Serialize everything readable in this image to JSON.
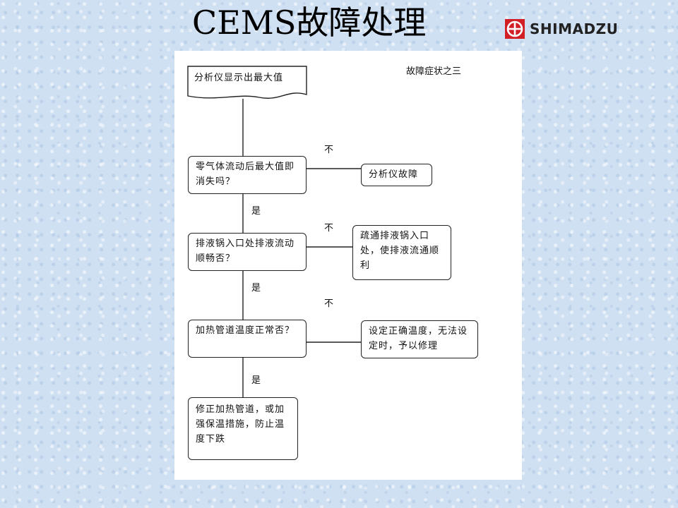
{
  "header": {
    "title": "CEMS故障处理",
    "logo_text": "SHIMADZU"
  },
  "diagram": {
    "corner_label": "故障症状之三",
    "start": "分析仪显示出最大值",
    "q1": "零气体流动后最大值即消失吗？",
    "a1_no": "分析仪故障",
    "q2": "排液锅入口处排液流动顺畅否？",
    "a2_no": "疏通排液锅入口处，使排液流通顺利",
    "q3": "加热管道温度正常否？",
    "a3_no": "设定正确温度，无法设定时，予以修理",
    "a3_yes": "修正加热管道，或加强保温措施，防止温度下跌",
    "label_no": "不",
    "label_yes": "是"
  }
}
